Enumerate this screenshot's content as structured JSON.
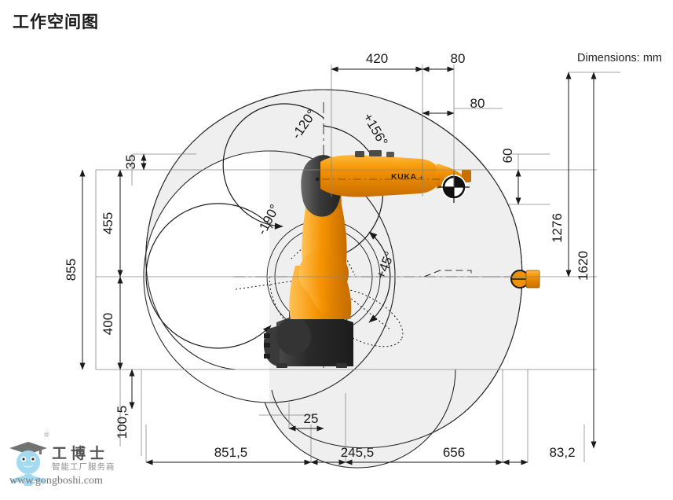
{
  "page": {
    "title": "工作空间图",
    "dimensions_note": "Dimensions: mm"
  },
  "colors": {
    "robot_orange": "#F29100",
    "robot_orange_dark": "#C96F00",
    "robot_gray": "#3C3C3C",
    "robot_black": "#2B2B2B",
    "envelope_fill": "#EFEFEF",
    "line": "#1a1a1a",
    "thin_line": "#555555"
  },
  "drawing": {
    "type": "workspace-envelope",
    "brand_label": "KUKA",
    "angle_labels": [
      {
        "id": "a2-negative",
        "text": "-120°"
      },
      {
        "id": "a2-positive",
        "text": "+156°"
      },
      {
        "id": "a1-range",
        "text": "-190°"
      },
      {
        "id": "a3-positive",
        "text": "+45°"
      }
    ],
    "vertical_dimensions_left": [
      {
        "id": "d-35",
        "text": "35"
      },
      {
        "id": "d-455",
        "text": "455"
      },
      {
        "id": "d-855",
        "text": "855"
      },
      {
        "id": "d-400",
        "text": "400"
      },
      {
        "id": "d-100-5",
        "text": "100,5"
      }
    ],
    "vertical_dimensions_right": [
      {
        "id": "d-60",
        "text": "60"
      },
      {
        "id": "d-1276",
        "text": "1276"
      },
      {
        "id": "d-1620",
        "text": "1620"
      }
    ],
    "horizontal_dimensions_top": [
      {
        "id": "d-420",
        "text": "420"
      },
      {
        "id": "d-80-top",
        "text": "80"
      },
      {
        "id": "d-80-mid",
        "text": "80"
      }
    ],
    "horizontal_dimensions_bottom": [
      {
        "id": "d-25",
        "text": "25"
      },
      {
        "id": "d-851-5",
        "text": "851,5"
      },
      {
        "id": "d-245-5",
        "text": "245,5"
      },
      {
        "id": "d-656",
        "text": "656"
      },
      {
        "id": "d-83-2",
        "text": "83,2"
      }
    ]
  },
  "watermark": {
    "brand": "工博士",
    "tagline": "智能工厂服务商",
    "url": "www.gongboshi.com",
    "registered": "®"
  }
}
